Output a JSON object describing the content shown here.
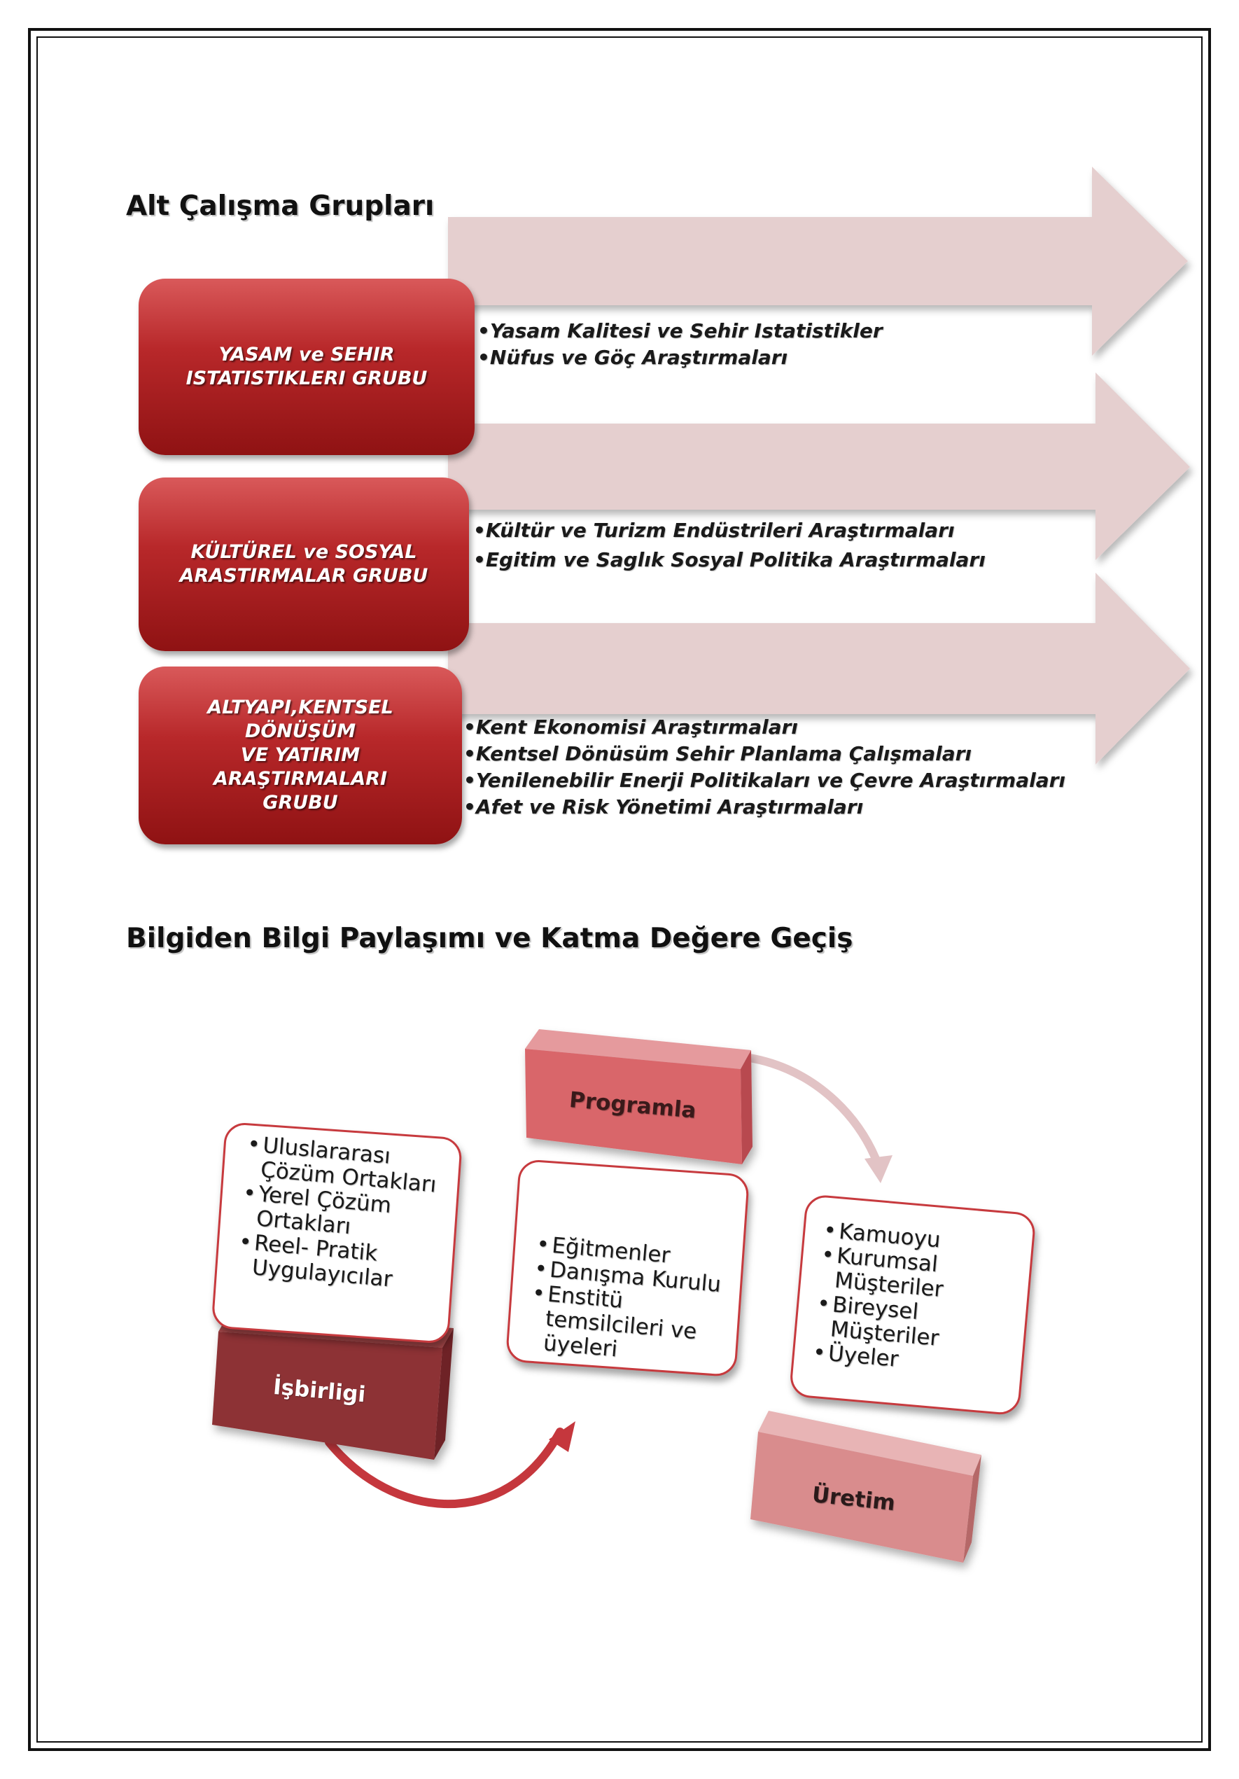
{
  "headings": {
    "alt_calisma": "Alt Çalışma Grupları",
    "bilgiden": "Bilgiden Bilgi Paylaşımı ve Katma Değere Geçiş"
  },
  "groups": [
    {
      "title_lines": [
        "YASAM ve SEHIR",
        "ISTATISTIKLERI GRUBU"
      ],
      "items": [
        "Yasam Kalitesi ve Sehir  Istatistikler",
        "Nüfus ve Göç Araştırmaları"
      ]
    },
    {
      "title_lines": [
        "KÜLTÜREL  ve SOSYAL",
        "ARASTIRMALAR GRUBU"
      ],
      "items": [
        "Kültür ve Turizm Endüstrileri  Araştırmaları",
        "Egitim ve Saglık Sosyal Politika Araştırmaları"
      ]
    },
    {
      "title_lines": [
        "ALTYAPI,KENTSEL DÖNÜŞÜM",
        "VE YATIRIM ARAŞTIRMALARI",
        "GRUBU"
      ],
      "items": [
        "Kent Ekonomisi Araştırmaları",
        "Kentsel Dönüsüm Sehir Planlama Çalışmaları",
        "Yenilenebilir Enerji Politikaları ve Çevre Araştırmaları",
        "Afet  ve Risk Yönetimi Araştırmaları"
      ]
    }
  ],
  "cycle": {
    "isbirligi": {
      "label": "İşbirligi",
      "items": [
        [
          "Uluslararası",
          "Çözüm Ortakları"
        ],
        [
          "Yerel Çözüm",
          "Ortakları"
        ],
        [
          "Reel- Pratik",
          "Uygulayıcılar"
        ]
      ]
    },
    "programla": {
      "label": "Programla",
      "items": [
        [
          "Eğitmenler"
        ],
        [
          "Danışma Kurulu"
        ],
        [
          "Enstitü",
          "temsilcileri ve",
          "üyeleri"
        ]
      ]
    },
    "uretim": {
      "label": "Üretim",
      "items": [
        [
          "Kamuoyu"
        ],
        [
          "Kurumsal",
          "Müşteriler"
        ],
        [
          "Bireysel",
          "Müşteriler"
        ],
        [
          "Üyeler"
        ]
      ]
    }
  },
  "colors": {
    "group_red": "#b8282a",
    "arrow_fill": "#e5cfcf",
    "card_border": "#c73a3e",
    "block_dark": "#8d3234",
    "block_mid": "#d9666b",
    "block_light": "#d98c8d"
  }
}
